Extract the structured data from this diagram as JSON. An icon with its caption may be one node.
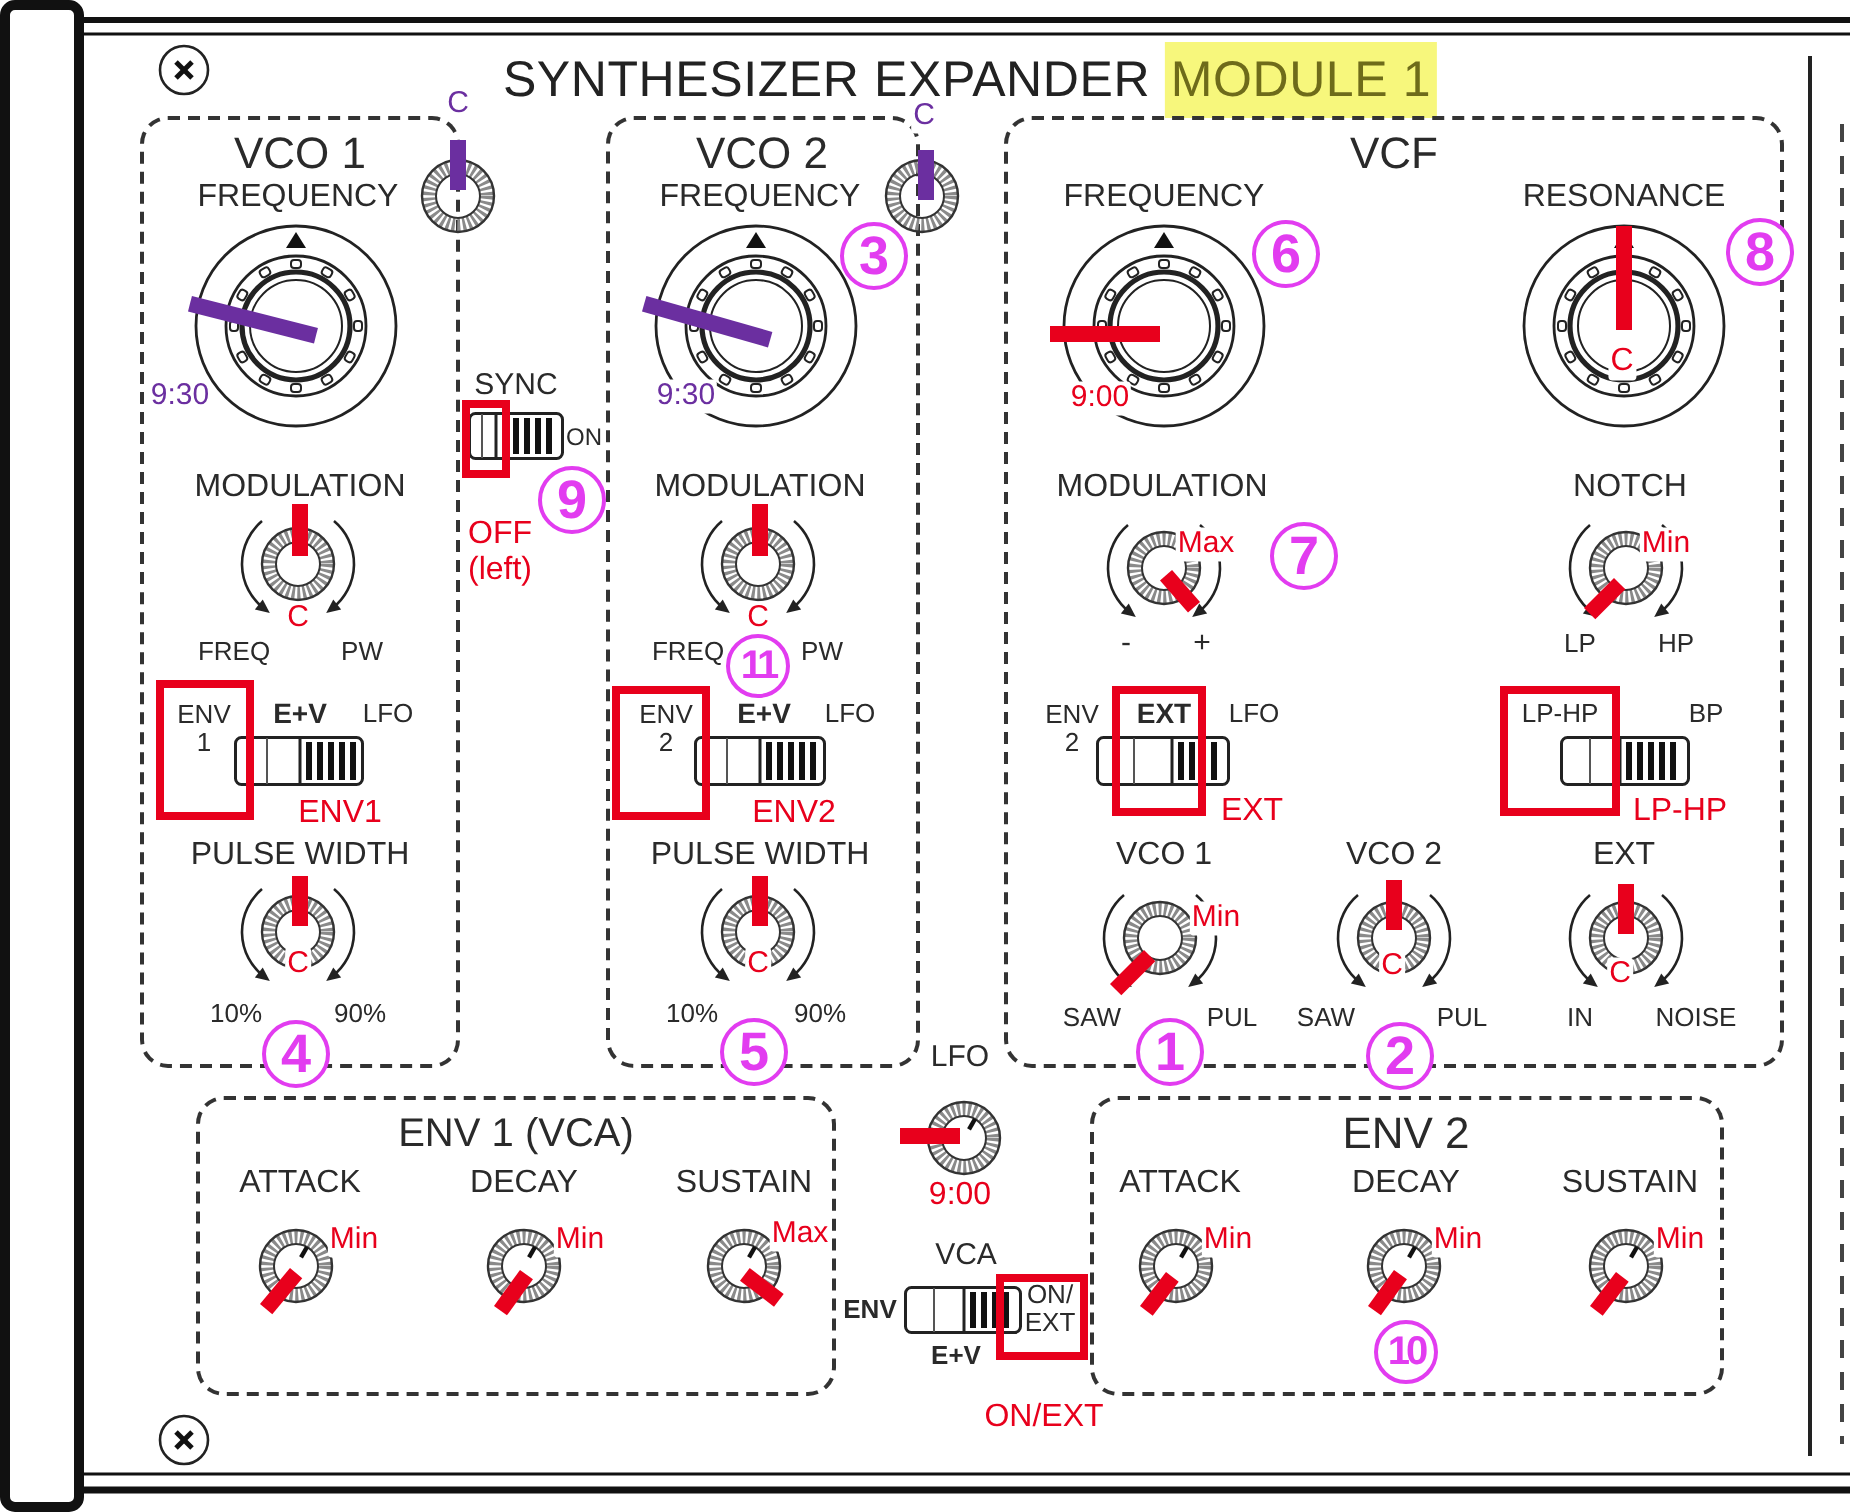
{
  "diagram": {
    "title": "SYNTHESIZER EXPANDER MODULE 1",
    "nodes": [
      {
        "text": [
          "VCO 1"
        ]
      },
      {
        "text": [],
        "shape": "circle",
        "beside": [
          "C"
        ]
      },
      {
        "text": [
          "FREQUENCY",
          "9:30"
        ],
        "in": 0
      },
      {
        "text": [
          "MODULATION",
          "C"
        ],
        "in": 0,
        "beside": [
          "FREQ",
          "PW"
        ]
      },
      {
        "text": [
          "ENV 1",
          "E+V",
          "LFO",
          "ENV1"
        ],
        "in": 0
      },
      {
        "text": [
          "PULSE WIDTH",
          "C"
        ],
        "in": 0,
        "beside": [
          "10%",
          "90%"
        ]
      },
      {
        "text": [
          "SYNC",
          "ON"
        ],
        "beside": [
          "OFF (left)"
        ]
      },
      {
        "text": [
          "VCO 2"
        ]
      },
      {
        "text": [],
        "shape": "circle",
        "beside": [
          "C"
        ]
      },
      {
        "text": [
          "FREQUENCY",
          "9:30"
        ],
        "in": 7
      },
      {
        "text": [
          "MODULATION",
          "C"
        ],
        "in": 7,
        "beside": [
          "FREQ",
          "PW"
        ]
      },
      {
        "text": [
          "ENV 2",
          "E+V",
          "LFO",
          "ENV2"
        ],
        "in": 7
      },
      {
        "text": [
          "PULSE WIDTH",
          "C"
        ],
        "in": 7,
        "beside": [
          "10%",
          "90%"
        ]
      },
      {
        "text": [
          "VCF"
        ]
      },
      {
        "text": [
          "FREQUENCY",
          "9:00"
        ],
        "in": 13
      },
      {
        "text": [
          "RESONANCE",
          "C"
        ],
        "in": 13
      },
      {
        "text": [
          "MODULATION",
          "Max"
        ],
        "in": 13,
        "beside": [
          "-",
          "+"
        ]
      },
      {
        "text": [
          "NOTCH",
          "Min"
        ],
        "in": 13,
        "beside": [
          "LP",
          "HP"
        ]
      },
      {
        "text": [
          "ENV 2",
          "EXT",
          "LFO",
          "EXT"
        ],
        "in": 13
      },
      {
        "text": [
          "LP-HP",
          "BP",
          "LP-HP"
        ],
        "in": 13
      },
      {
        "text": [
          "VCO 1",
          "Min"
        ],
        "in": 13,
        "beside": [
          "SAW",
          "PUL"
        ]
      },
      {
        "text": [
          "VCO 2",
          "C"
        ],
        "in": 13,
        "beside": [
          "SAW",
          "PUL"
        ]
      },
      {
        "text": [
          "EXT",
          "C"
        ],
        "in": 13,
        "beside": [
          "IN",
          "NOISE"
        ]
      },
      {
        "text": [
          "LFO"
        ],
        "beside": [
          "9:00"
        ]
      },
      {
        "text": [
          "ENV 1 (VCA)"
        ]
      },
      {
        "text": [
          "ATTACK",
          "Min"
        ],
        "in": 24
      },
      {
        "text": [
          "DECAY",
          "Min"
        ],
        "in": 24
      },
      {
        "text": [
          "SUSTAIN",
          "Max"
        ],
        "in": 24
      },
      {
        "text": [
          "VCA",
          "ENV",
          "ON/ EXT",
          "E+V"
        ],
        "beside": [
          "ON/EXT"
        ]
      },
      {
        "text": [
          "ENV 2"
        ]
      },
      {
        "text": [
          "ATTACK",
          "Min"
        ],
        "in": 29
      },
      {
        "text": [
          "DECAY",
          "Min"
        ],
        "in": 29
      },
      {
        "text": [
          "SUSTAIN",
          "Min"
        ],
        "in": 29
      }
    ],
    "labels": [
      "3",
      "6",
      "8",
      "9",
      "7",
      "11",
      "4",
      "5",
      "1",
      "2",
      "10"
    ]
  }
}
